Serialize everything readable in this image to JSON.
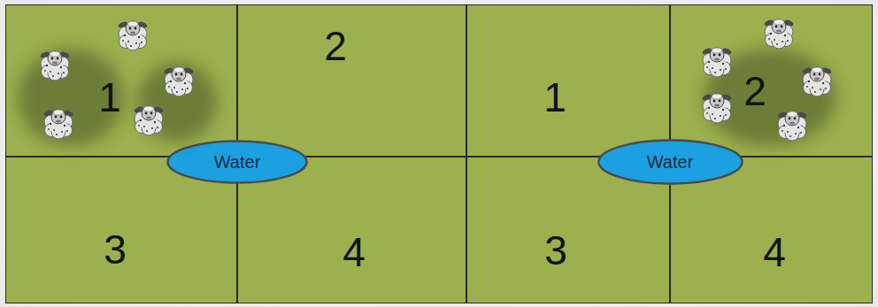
{
  "diagram": {
    "nodes": [
      {
        "text": [
          "1"
        ]
      },
      {
        "text": [
          "2"
        ]
      },
      {
        "text": [
          "Water"
        ]
      },
      {
        "text": [
          "3"
        ]
      },
      {
        "text": [
          "4"
        ]
      },
      {
        "text": [
          "1"
        ]
      },
      {
        "text": [
          "2"
        ]
      },
      {
        "text": [
          "Water"
        ]
      },
      {
        "text": [
          "3"
        ]
      },
      {
        "text": [
          "4"
        ]
      }
    ]
  }
}
